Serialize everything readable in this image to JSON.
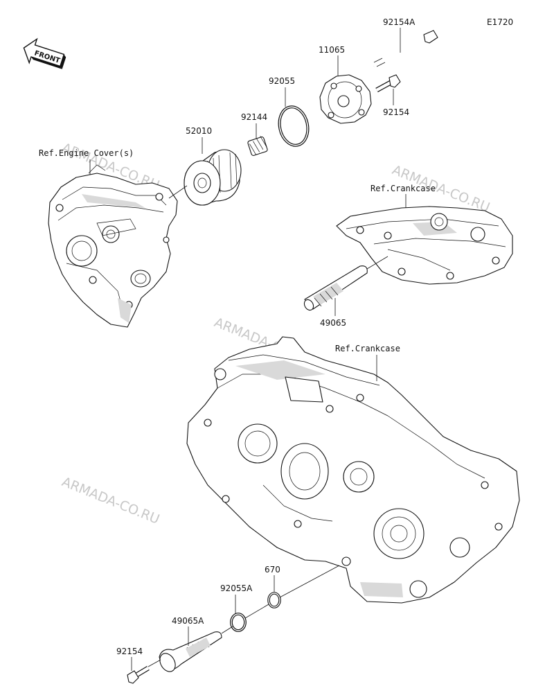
{
  "diagram_code": "E1720",
  "front_label": "FRONT",
  "watermark": "ARMADA-CO.RU",
  "references": {
    "engine_cover": "Ref.Engine Cover(s)",
    "crankcase_upper": "Ref.Crankcase",
    "crankcase_lower": "Ref.Crankcase"
  },
  "parts": {
    "p92154A": "92154A",
    "p11065": "11065",
    "p92055": "92055",
    "p92144": "92144",
    "p52010": "52010",
    "p92154_top": "92154",
    "p49065": "49065",
    "p670": "670",
    "p92055A": "92055A",
    "p49065A": "49065A",
    "p92154_bottom": "92154"
  }
}
